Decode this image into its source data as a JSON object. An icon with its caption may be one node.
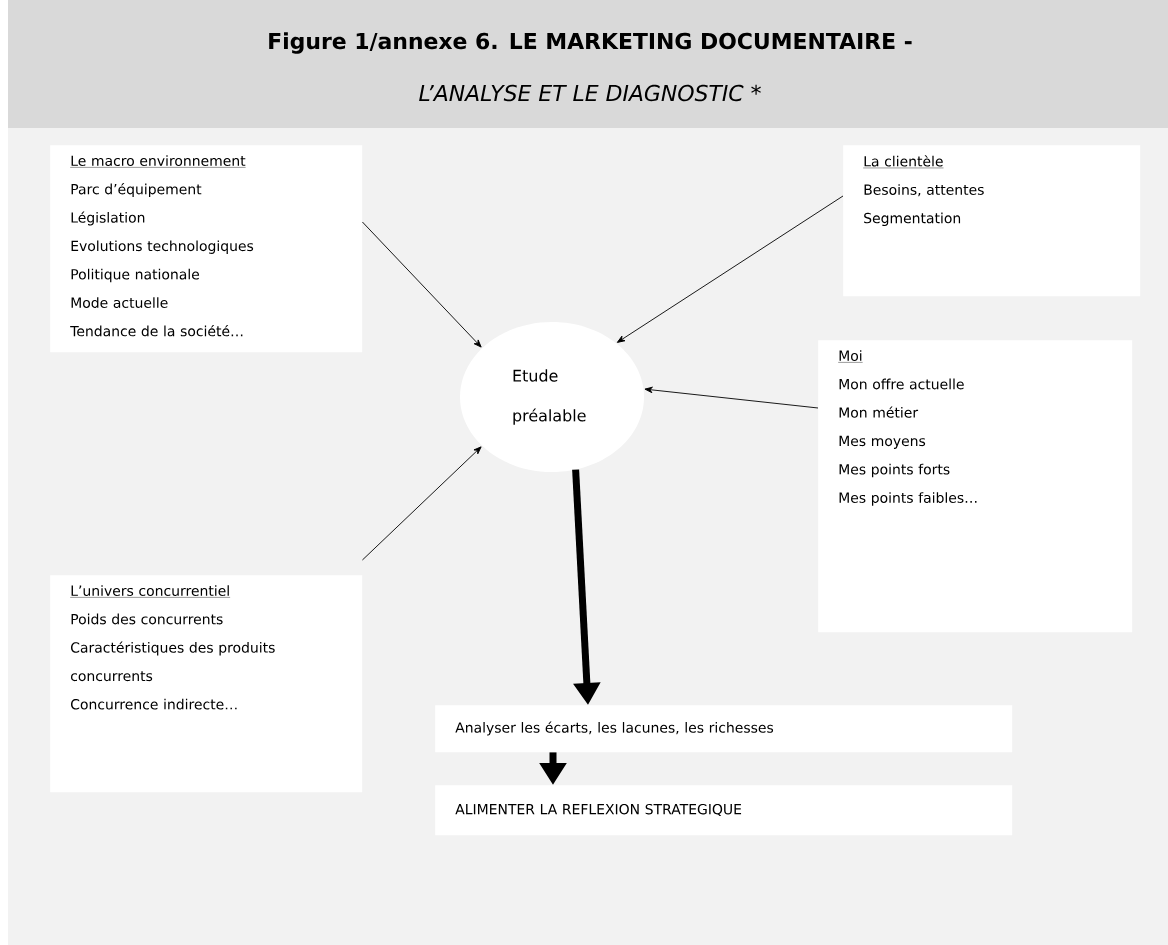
{
  "diagram": {
    "title": "Figure 1/annexe 6. LE MARKETING DOCUMENTAIRE -",
    "nodes": [
      {
        "text": [
          "Le macro environnement",
          "Parc d’équipement",
          "Législation",
          "Evolutions technologiques",
          "Politique nationale",
          "Mode actuelle",
          "Tendance de la société…"
        ]
      },
      {
        "text": [
          "La clientèle",
          "Besoins, attentes",
          "Segmentation"
        ]
      },
      {
        "text": [
          "Etude préalable"
        ]
      },
      {
        "text": [
          "Moi",
          "Mon offre actuelle",
          "Mon métier",
          "Mes moyens",
          "Mes points forts",
          "Mes points faibles…"
        ]
      },
      {
        "text": [
          "L’univers concurrentiel",
          "Poids des concurrents",
          "Caractéristiques des produits concurrents",
          "Concurrence indirecte…"
        ]
      },
      {
        "text": [
          "Analyser les écarts, les lacunes, les richesses"
        ]
      },
      {
        "text": [
          "ALIMENTER LA REFLEXION STRATEGIQUE"
        ]
      }
    ],
    "edges": [
      {
        "from": 0,
        "to": 2,
        "arrow": "to"
      },
      {
        "from": 1,
        "to": 2,
        "arrow": "to"
      },
      {
        "from": 3,
        "to": 2,
        "arrow": "to"
      },
      {
        "from": 4,
        "to": 2,
        "arrow": "to"
      },
      {
        "from": 2,
        "to": 5,
        "arrow": "to",
        "style": "thick"
      },
      {
        "from": 5,
        "to": 6,
        "arrow": "to",
        "style": "thick"
      }
    ],
    "labels": [
      "L’ANALYSE ET LE DIAGNOSTIC *"
    ]
  }
}
